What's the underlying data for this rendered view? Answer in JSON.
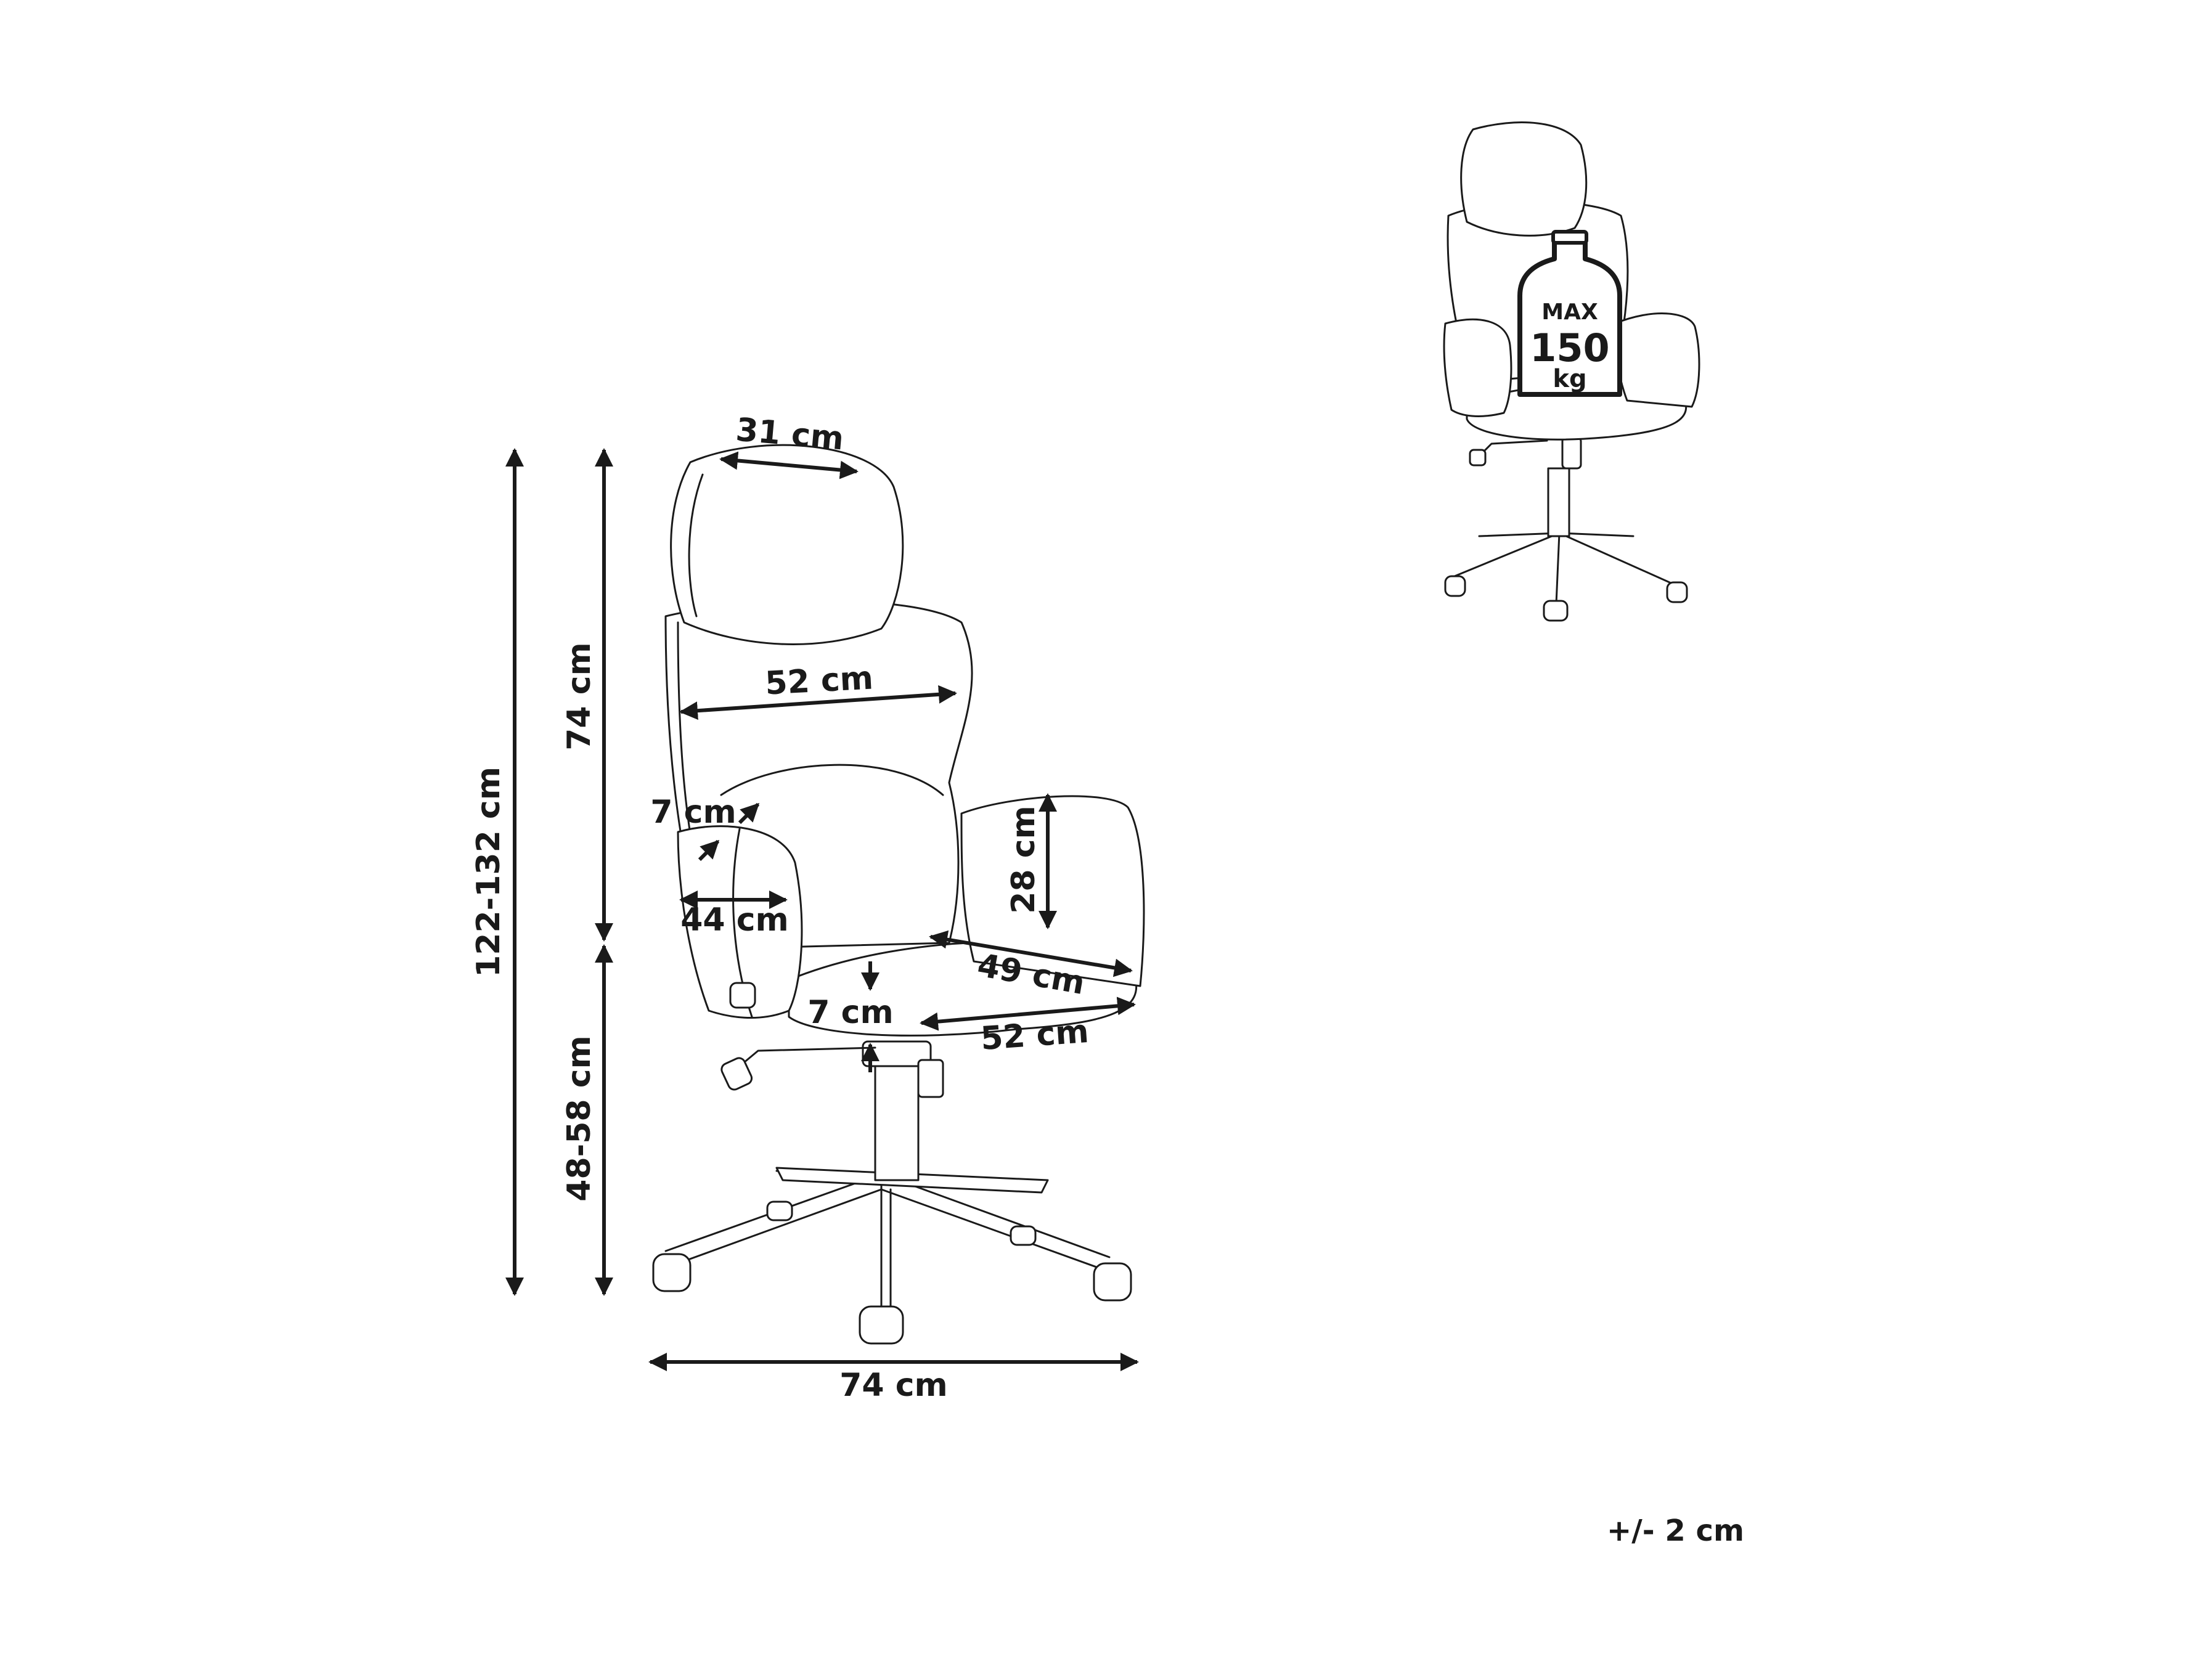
{
  "dimensions": {
    "headrest_width": "31 cm",
    "backrest_width": "52 cm",
    "armrest_thickness": "7 cm",
    "armrest_length": "44 cm",
    "backrest_height": "28 cm",
    "seat_depth": "49 cm",
    "seat_thickness": "7 cm",
    "seat_width": "52 cm",
    "total_height": "122-132 cm",
    "back_height": "74 cm",
    "seat_height": "48-58 cm",
    "base_width": "74 cm"
  },
  "max_load": {
    "label_top": "MAX",
    "value": "150",
    "unit": "kg",
    "icon": "weight-icon"
  },
  "tolerance": "+/- 2 cm"
}
